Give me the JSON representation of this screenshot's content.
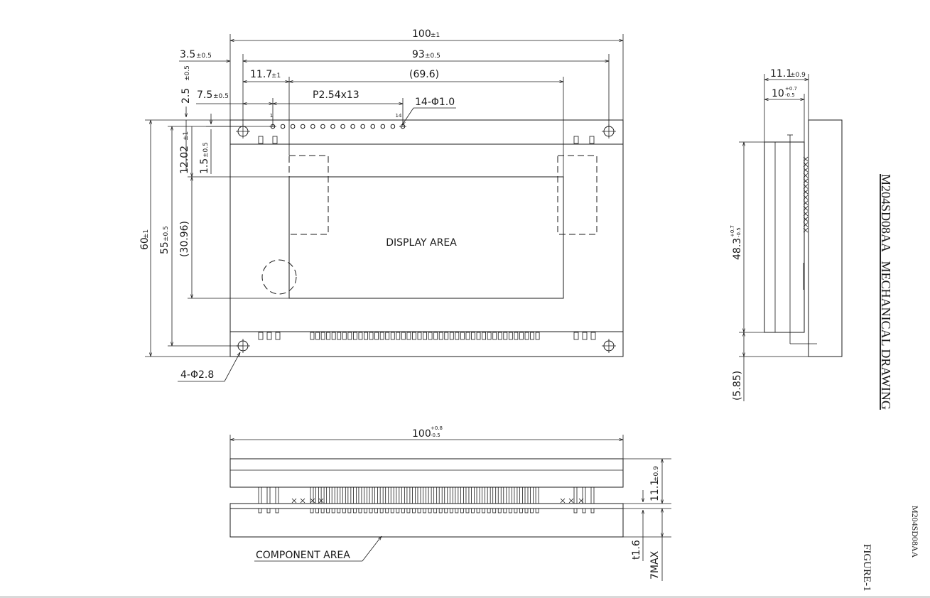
{
  "drawing": {
    "title": "M204SD08AA   MECHANICAL DRAWING",
    "figure_label": "FIGURE-1",
    "doc_code": "M204SD08AA"
  },
  "front_view": {
    "dim_width": "100",
    "dim_width_tol": "±1",
    "dim_hole_pitch": "93",
    "dim_hole_pitch_tol": "±0.5",
    "dim_hole_offset": "3.5",
    "dim_hole_offset_tol": "±0.5",
    "dim_view_width": "(69.6)",
    "dim_pin1_x": "11.7",
    "dim_pin1_x_tol": "±1",
    "dim_pin1_top": "2.5",
    "dim_pin1_top_tol": "±0.5",
    "dim_pin1_hole": "7.5",
    "dim_pin1_hole_tol": "±0.5",
    "pin_pitch": "P2.54x13",
    "pin_holes": "14-Φ1.0",
    "pin_first": "1",
    "pin_last": "14",
    "dim_height": "60",
    "dim_height_tol": "±1",
    "dim_hole_vpitch": "55",
    "dim_hole_vpitch_tol": "±0.5",
    "dim_view_height": "(30.96)",
    "dim_view_top": "12.02",
    "dim_view_top_tol": "±1",
    "dim_pin_row": "1.5",
    "dim_pin_row_tol": "±0.5",
    "display_area_label": "DISPLAY AREA",
    "mount_holes": "4-Φ2.8"
  },
  "side_view": {
    "dim_total": "11.1",
    "dim_total_tol": "±0.9",
    "dim_body": "10",
    "dim_body_tol_plus": "+0.7",
    "dim_body_tol_minus": "-0.5",
    "dim_glass": "48.3",
    "dim_glass_tol_plus": "+0.7",
    "dim_glass_tol_minus": "-0.5",
    "dim_offset": "(5.85)"
  },
  "bottom_view": {
    "dim_width": "100",
    "dim_width_tol_plus": "+0.8",
    "dim_width_tol_minus": "-0.5",
    "dim_thickness": "11.1",
    "dim_thickness_tol": "±0.9",
    "dim_pcb": "t1.6",
    "dim_component": "7MAX",
    "component_area_label": "COMPONENT AREA"
  }
}
